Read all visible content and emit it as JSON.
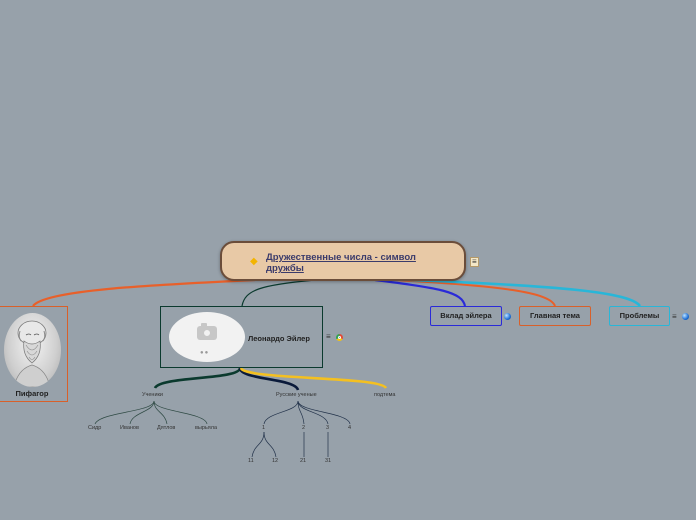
{
  "central": {
    "title": "Дружественные числа - символ дружбы",
    "bulb_icon": "bulb-icon"
  },
  "topics": {
    "pythagoras": "Пифагор",
    "euler": "Леонардо Эйлер",
    "vklad": "Вклад эйлера",
    "main_theme": "Главная тема",
    "problems": "Проблемы"
  },
  "icons": {
    "note": "≡",
    "globe": "globe-icon",
    "chrome": "chrome-icon"
  },
  "euler_children": {
    "students": "Ученики",
    "russian": "Русские ученые",
    "podtema": "подтема"
  },
  "students": [
    "Сидр",
    "Иванов",
    "Дятлов",
    "вырьяла"
  ],
  "russian": [
    "1",
    "2",
    "3",
    "4"
  ],
  "sub_of_1": [
    "11",
    "12"
  ],
  "sub_of_2": [
    "21"
  ],
  "sub_of_3": [
    "31"
  ],
  "colors": {
    "background": "#97a1aa",
    "central_fill": "#e8c9a6",
    "orange": "#e8602a",
    "dark_green": "#0b3a2e",
    "blue": "#2a2ad8",
    "cyan": "#29b6d8",
    "navy": "#0a1a3a",
    "gold": "#f4c020"
  }
}
